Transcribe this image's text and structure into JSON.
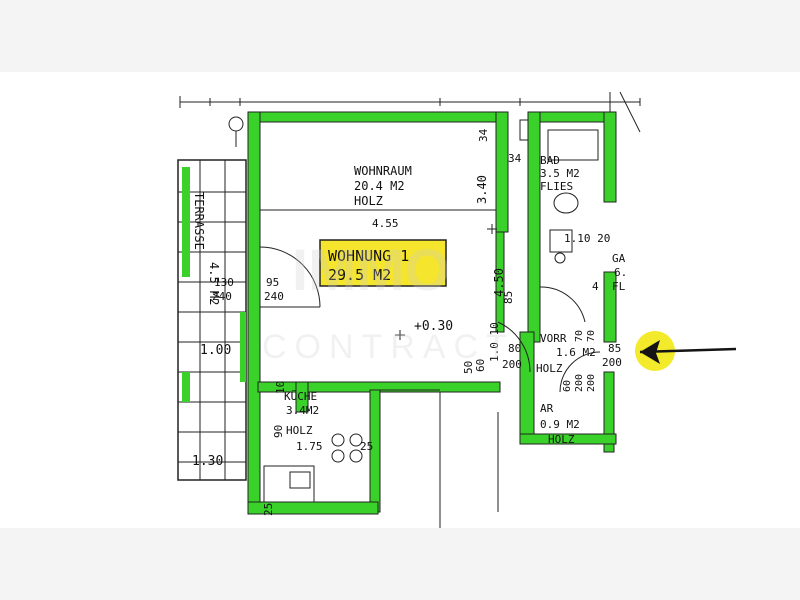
{
  "plan": {
    "apartment_badge": {
      "line1": "WOHNUNG 1",
      "line2": "29.5 M2"
    },
    "rooms": {
      "wohnraum": {
        "name": "WOHNRAUM",
        "area": "20.4 M2",
        "floor": "HOLZ"
      },
      "bad": {
        "name": "BAD",
        "area": "3.5 M2",
        "floor": "FLIES"
      },
      "kueche": {
        "name": "KÜCHE",
        "area": "3.4M2",
        "floor": "HOLZ"
      },
      "terrasse": {
        "name": "TERRASSE",
        "area": "4.5 M2"
      },
      "vorraum": {
        "name": "VORR",
        "area": "1.6 M2",
        "floor": "HOLZ"
      },
      "abstellraum": {
        "name": "AR",
        "area": "0.9 M2",
        "floor": "HOLZ"
      },
      "gang": {
        "name": "GA",
        "area": "6.",
        "floor": "FL"
      }
    },
    "dimensions": {
      "d455": "4.55",
      "d340": "3.40",
      "d100": "1.00",
      "d130": "1.30",
      "d030": "+0.30",
      "d34a": "34",
      "d34b": "34",
      "d95": "95",
      "d240a": "240",
      "d130b": "130",
      "d240b": "240",
      "d1020": "1.10 20",
      "d4": "4",
      "d50": "50",
      "d85a": "85",
      "d85b": "85",
      "d80": "80",
      "d200a": "200",
      "d200b": "200",
      "d70": "70",
      "d60": "60",
      "d20c": "200",
      "d10": "10",
      "d90": "90",
      "d175": "1.75",
      "d25": "25",
      "d25b": "25",
      "d420": "4.50",
      "d2010": "1.0 10",
      "d60b": "60",
      "d70b": "70",
      "d200c": "200"
    },
    "watermark": {
      "top": "IMMO",
      "bottom": "CONTRACT"
    },
    "colors": {
      "walls": "#3ad22a",
      "badge": "#f5e52c",
      "marker": "#f2ea2a",
      "ink": "#141414"
    }
  }
}
